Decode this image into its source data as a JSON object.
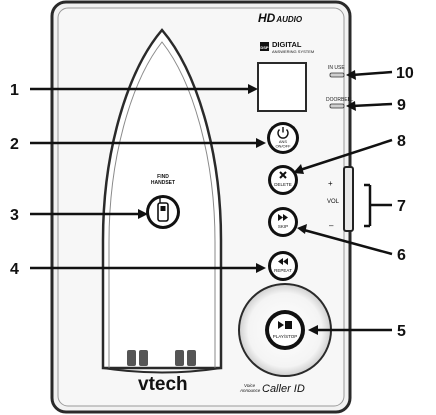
{
  "brand": {
    "hd": "HD",
    "audio": "AUDIO",
    "digital_badge": "DSP",
    "digital": "DIGITAL",
    "answering": "ANSWERING SYSTEM",
    "logo": "vtech",
    "voice": "Voice",
    "announce": "Announce",
    "caller_id": "Caller ID"
  },
  "indicators": {
    "in_use": "IN USE",
    "doorbell": "DOORBELL"
  },
  "buttons": {
    "ans_on_off": {
      "line1": "ANS",
      "line2": "ON/OFF",
      "icon": "power-icon"
    },
    "find_handset": {
      "line1": "FIND",
      "line2": "HANDSET",
      "icon": "handset-icon"
    },
    "delete": {
      "label": "DELETE",
      "icon": "x-icon"
    },
    "skip": {
      "label": "SKIP",
      "icon": "fast-forward-icon"
    },
    "repeat": {
      "label": "REPEAT",
      "icon": "rewind-icon"
    },
    "play_stop": {
      "label": "PLAY/STOP",
      "icon": "play-stop-icon"
    }
  },
  "volume": {
    "plus": "+",
    "label": "VOL",
    "minus": "–"
  },
  "callouts": [
    "1",
    "2",
    "3",
    "4",
    "5",
    "6",
    "7",
    "8",
    "9",
    "10"
  ]
}
